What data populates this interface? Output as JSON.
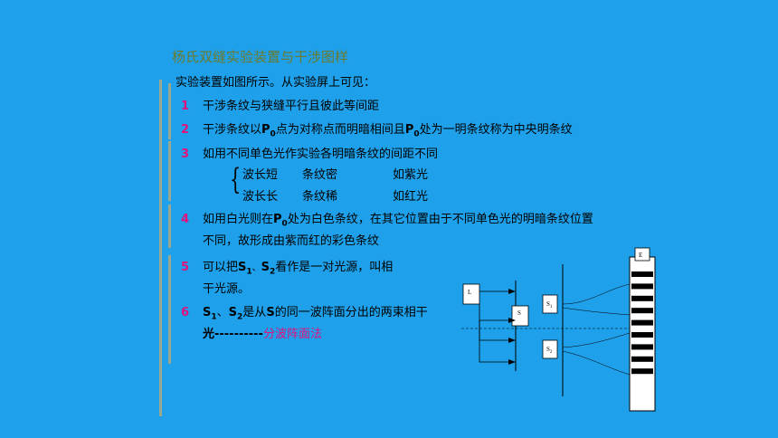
{
  "title": "杨氏双缝实验装置与干涉图样",
  "intro": "实验装置如图所示。从实验屏上可见：",
  "items": [
    {
      "num": "1",
      "text": "干涉条纹与狭缝平行且彼此等间距"
    },
    {
      "num": "2",
      "text_a": "干涉条纹以",
      "p": "P",
      "sub": "0",
      "text_b": "点为对称点而明暗相间且",
      "text_c": "处为一明条纹称为中央明条纹"
    },
    {
      "num": "3",
      "text": "如用不同单色光作实验各明暗条纹的间距不同"
    },
    {
      "num": "4",
      "text_a": "如用白光则在",
      "p": "P",
      "sub": "0",
      "text_b": "处为白色条纹，在其它位置由于不同单色光的明暗条纹位置",
      "line2": "不同，故形成由紫而红的彩色条纹"
    },
    {
      "num": "5",
      "text_a": "可以把",
      "s1": "S",
      "s1sub": "1",
      "sep": "、",
      "s2": "S",
      "s2sub": "2",
      "text_b": "看作是一对光源，叫相",
      "line2": "干光源。"
    },
    {
      "num": "6",
      "s1": "S",
      "s1sub": "1",
      "sep": "、",
      "s2": "S",
      "s2sub": "2",
      "text_b": "是从",
      "s": "S",
      "text_c": "的同一波阵面分出的两束相干",
      "line2a": "光----------",
      "line2b": "分波阵面法"
    }
  ],
  "wavelength": [
    {
      "c1": "波长短",
      "c2": "条纹密",
      "c3": "如紫光"
    },
    {
      "c1": "波长长",
      "c2": "条纹稀",
      "c3": "如红光"
    }
  ],
  "diagram": {
    "label_L": "L",
    "label_S": "S",
    "label_S1": "S",
    "label_S1sub": "1",
    "label_S2": "S",
    "label_S2sub": "2",
    "label_E": "E",
    "fringe_count": 9
  }
}
